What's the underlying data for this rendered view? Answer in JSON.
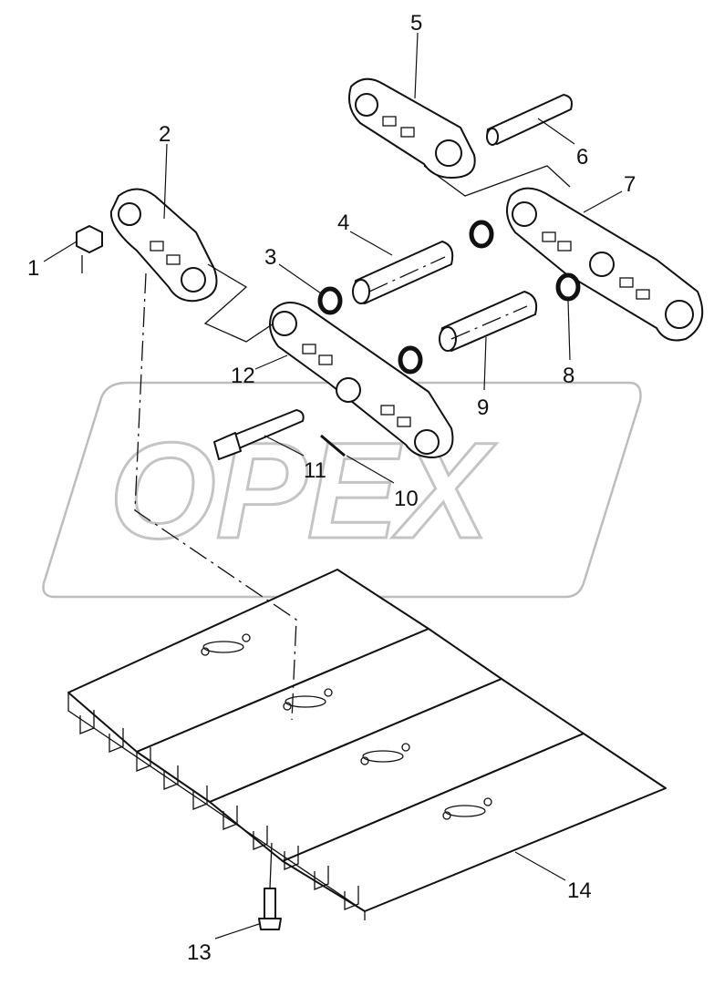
{
  "diagram": {
    "watermark_text": "OPEX",
    "callouts": [
      {
        "id": "1",
        "label": "1"
      },
      {
        "id": "2",
        "label": "2"
      },
      {
        "id": "3",
        "label": "3"
      },
      {
        "id": "4",
        "label": "4"
      },
      {
        "id": "5",
        "label": "5"
      },
      {
        "id": "6",
        "label": "6"
      },
      {
        "id": "7",
        "label": "7"
      },
      {
        "id": "8",
        "label": "8"
      },
      {
        "id": "9",
        "label": "9"
      },
      {
        "id": "10",
        "label": "10"
      },
      {
        "id": "11",
        "label": "11"
      },
      {
        "id": "12",
        "label": "12"
      },
      {
        "id": "13",
        "label": "13"
      },
      {
        "id": "14",
        "label": "14"
      }
    ]
  }
}
